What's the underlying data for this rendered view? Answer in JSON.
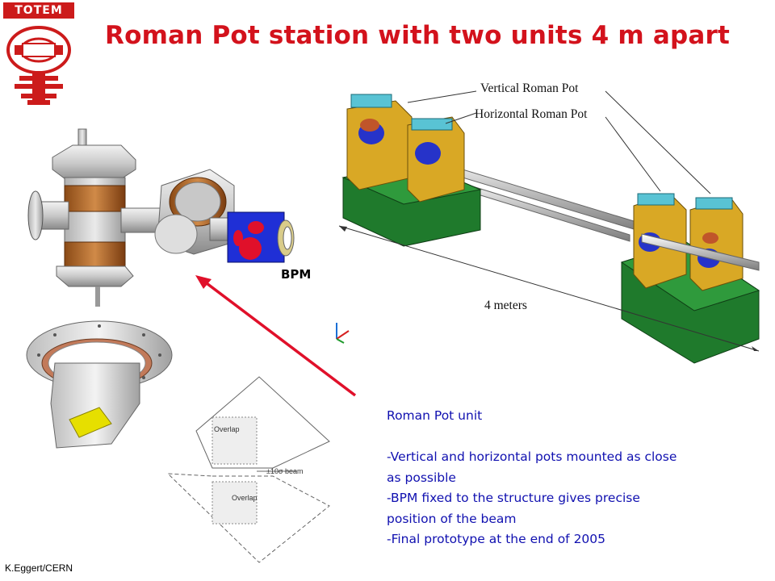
{
  "logo": {
    "text": "TOTEM"
  },
  "title": "Roman Pot station with two units 4 m apart",
  "drawing_labels": {
    "vertical": "Vertical Roman Pot",
    "horizontal": "Horizontal Roman Pot",
    "distance": "4 meters"
  },
  "bpm_label": "BPM",
  "sketch": {
    "overlap_top": "Overlap",
    "overlap_bottom": "Overlap",
    "beam": "±10σ  beam"
  },
  "description": {
    "heading": "Roman Pot unit",
    "lines": [
      "-Vertical and horizontal pots mounted as close",
      "as possible",
      "-BPM fixed to the structure gives precise",
      "position of the beam",
      "-Final prototype at the end of 2005"
    ]
  },
  "credit": "K.Eggert/CERN",
  "colors": {
    "title": "#d3121c",
    "text_blue": "#1010b0",
    "arrow_red": "#e0102a",
    "base_green": "#1f7a2c",
    "frame_yellow": "#d9a825"
  }
}
